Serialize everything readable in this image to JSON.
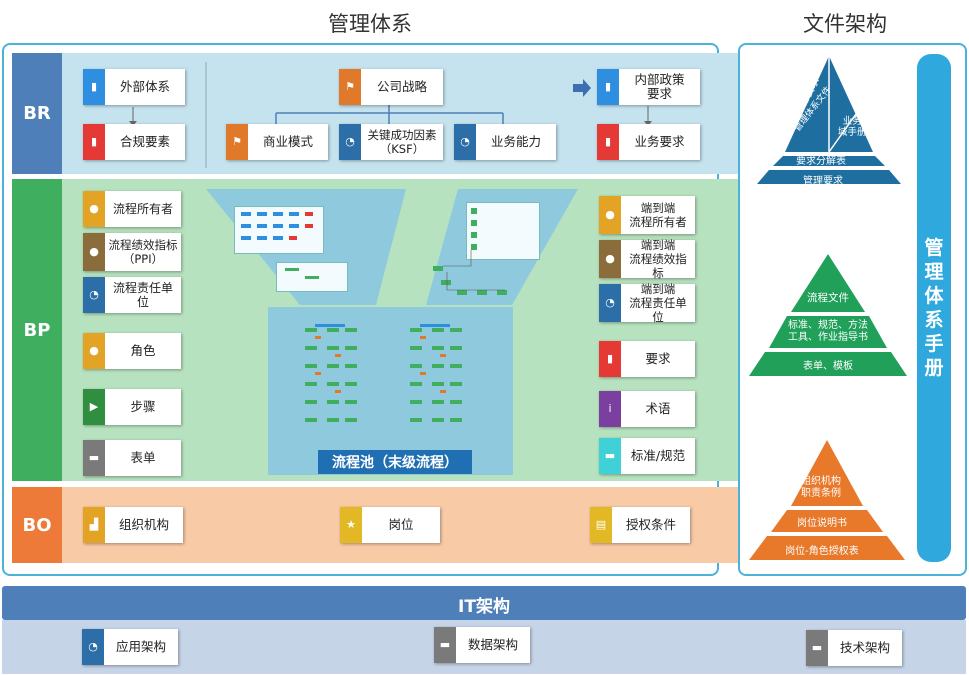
{
  "headers": {
    "mgmt": "管理体系",
    "files": "文件架构",
    "it": "IT架构"
  },
  "bands": {
    "br": "BR",
    "bp": "BP",
    "bo": "BO"
  },
  "br": {
    "external": "外部体系",
    "compliance": "合规要素",
    "strategy": "公司战略",
    "business_model": "商业模式",
    "ksf": "关键成功因素\n（KSF）",
    "capability": "业务能力",
    "internal_policy": "内部政策\n要求",
    "business_req": "业务要求"
  },
  "bp_left": [
    "流程所有者",
    "流程绩效指标\n（PPI）",
    "流程责任单位",
    "角色",
    "步骤",
    "表单"
  ],
  "bp_right": [
    "端到端\n流程所有者",
    "端到端\n流程绩效指标",
    "端到端\n流程责任单位",
    "要求",
    "术语",
    "标准/规范"
  ],
  "pool_label": "流程池（末级流程）",
  "bo": {
    "org": "组织机构",
    "post": "岗位",
    "auth": "授权条件"
  },
  "pyramid1": {
    "l1": "外部要求",
    "l2": "管理体系文件",
    "l3": "业务\n域手册",
    "l4": "要求分解表",
    "l5": "管理要求"
  },
  "pyramid2": {
    "top": "流程文件",
    "mid": "标准、规范、方法\n工具、作业指导书",
    "bot": "表单、模板"
  },
  "pyramid3": {
    "top": "组织机构\n职责条例",
    "mid": "岗位说明书",
    "bot": "岗位-角色授权表"
  },
  "vertical_title": "管理体系手册",
  "it": {
    "app": "应用架构",
    "data": "数据架构",
    "tech": "技术架构"
  },
  "colors": {
    "br_band": "#c5e3ef",
    "br_label": "#4f7fb8",
    "bp_band": "#b7e2bf",
    "bp_label": "#3fae5f",
    "bo_band": "#f8caa6",
    "bo_label": "#ee7a3a",
    "it_band": "#4f7fb8",
    "it_bg": "#c6d4e8"
  }
}
